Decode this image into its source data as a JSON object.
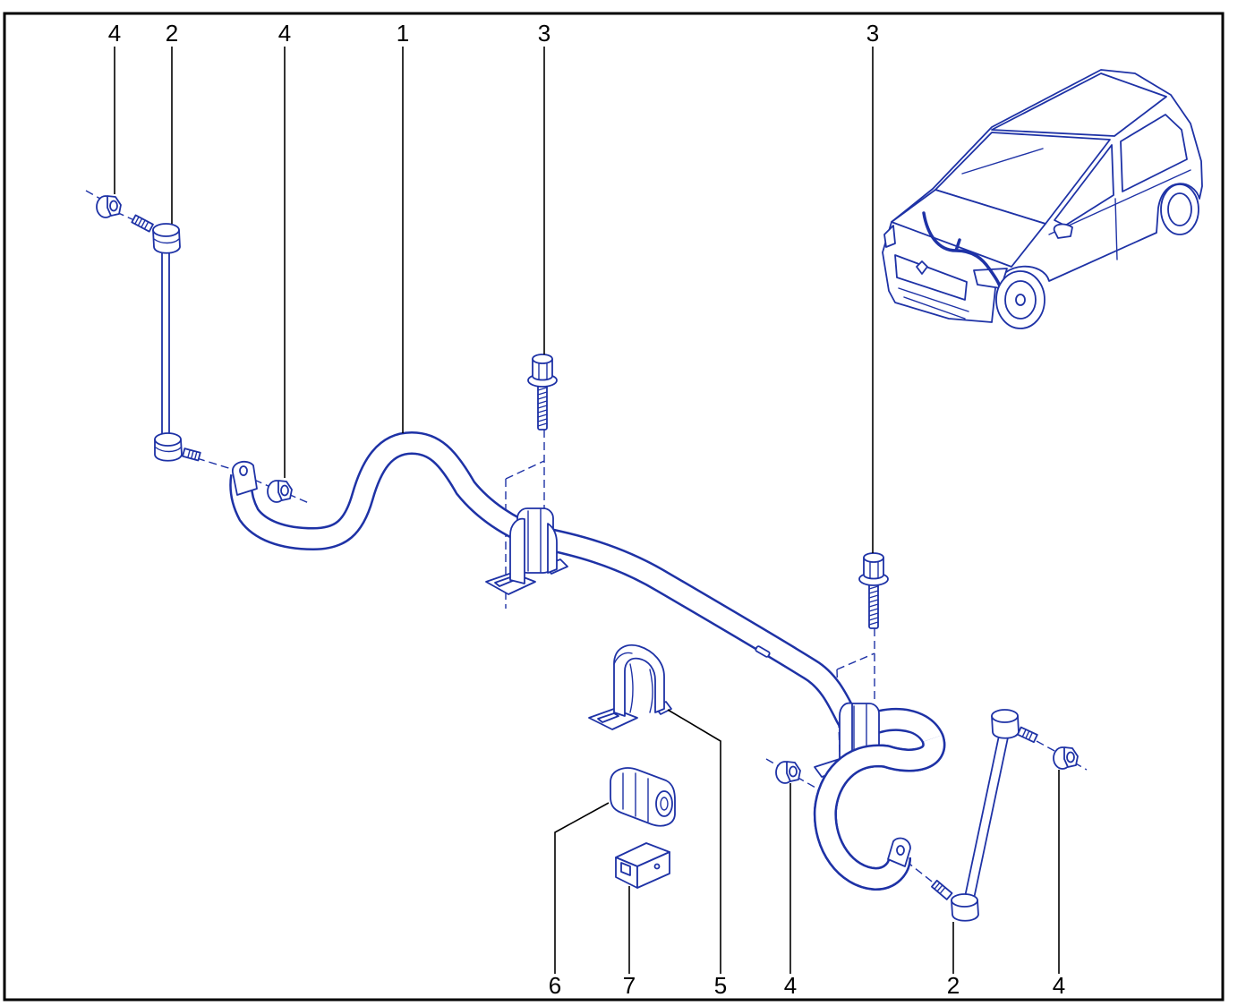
{
  "callouts": {
    "top": [
      "4",
      "2",
      "4",
      "1",
      "3",
      "3"
    ],
    "bottom": [
      "6",
      "7",
      "5",
      "4",
      "2",
      "4"
    ]
  },
  "colors": {
    "line": "#1e32a6",
    "frame": "#000000",
    "background": "#ffffff"
  }
}
